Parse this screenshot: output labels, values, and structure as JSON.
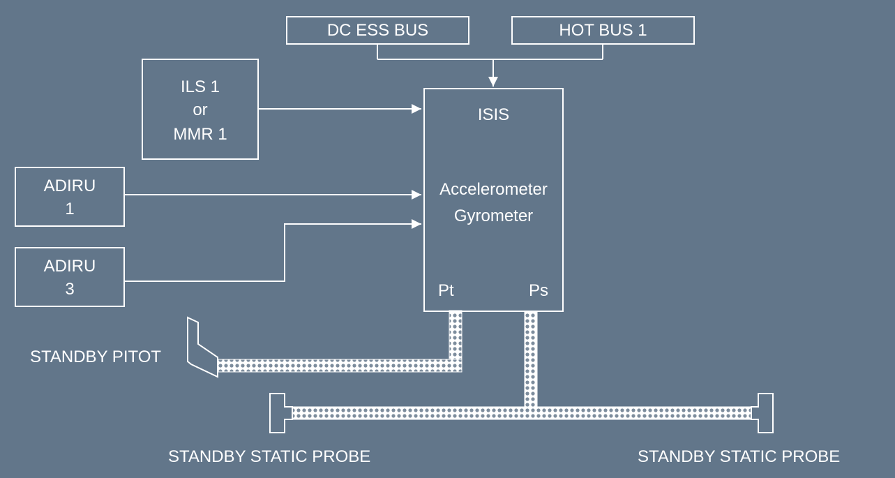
{
  "diagram": {
    "background": "#62768a",
    "line_color": "#ffffff",
    "power": {
      "dc_ess_bus": "DC ESS BUS",
      "hot_bus_1": "HOT BUS 1"
    },
    "sources": {
      "ils_line1": "ILS 1",
      "ils_line2": "or",
      "ils_line3": "MMR 1",
      "adiru1_line1": "ADIRU",
      "adiru1_line2": "1",
      "adiru3_line1": "ADIRU",
      "adiru3_line2": "3"
    },
    "isis": {
      "title": "ISIS",
      "accelerometer": "Accelerometer",
      "gyrometer": "Gyrometer",
      "pt_port": "Pt",
      "ps_port": "Ps"
    },
    "probes": {
      "standby_pitot": "STANDBY PITOT",
      "static_left": "STANDBY STATIC PROBE",
      "static_right": "STANDBY STATIC PROBE"
    }
  }
}
